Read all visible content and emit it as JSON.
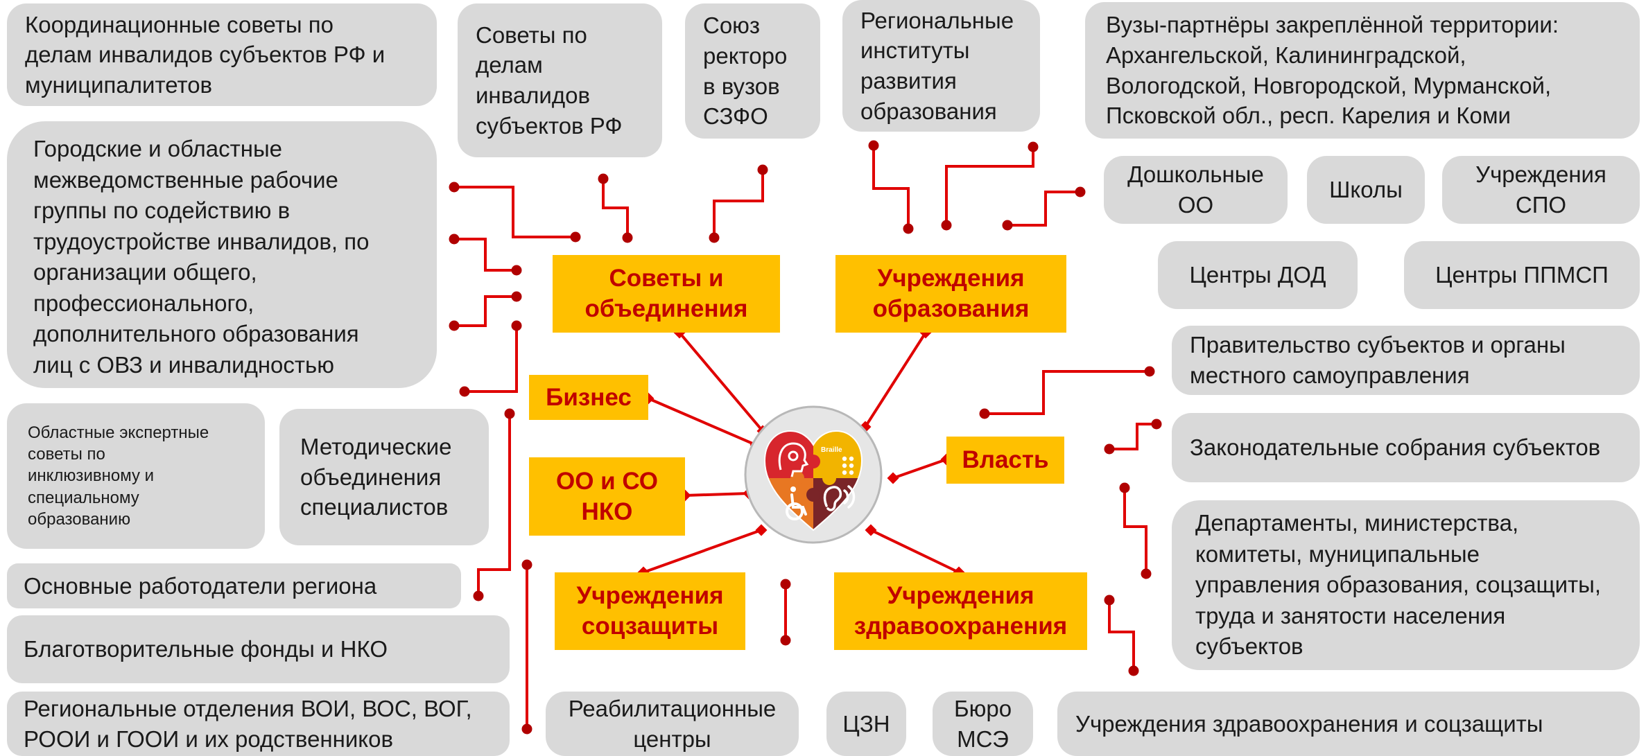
{
  "diagram": {
    "colors": {
      "gray_box": "#d9d9d9",
      "yellow_box": "#ffc000",
      "category_text": "#c00000",
      "connector": "#e00000",
      "connector_dark": "#b00000",
      "heart_red": "#d7262d",
      "heart_yellow": "#f2b400",
      "heart_orange": "#e87722",
      "heart_brown": "#7a2528"
    },
    "center_logo": {
      "icon": "heart-puzzle-accessibility-icon",
      "braille_label": "Braille"
    },
    "categories": {
      "councils": "Советы и\nобъединения",
      "education": "Учреждения\nобразования",
      "business": "Бизнес",
      "authority": "Власть",
      "ngo": "ОО и СО\nНКО",
      "social": "Учреждения\nсоцзащиты",
      "health": "Учреждения\nздравоохранения"
    },
    "stakeholders": {
      "coord_councils": "Координационные советы по\nделам инвалидов субъектов РФ и\nмуниципалитетов",
      "disability_councils": "Советы по\nделам\nинвалидов\nсубъектов РФ",
      "rectors_union": "Союз\nректоро\nв вузов\nСЗФО",
      "regional_institutes": "Региональные\nинституты\nразвития\nобразования",
      "partner_universities": "Вузы-партнёры закреплённой территории:\nАрхангельской, Калининградской,\nВологодской, Новгородской, Мурманской,\nПсковской обл., респ. Карелия и Коми",
      "working_groups": "Городские и областные\nмежведомственные рабочие\nгруппы по содействию в\nтрудоустройстве инвалидов, по\nорганизации общего,\nпрофессионального,\nдополнительного образования\nлиц с ОВЗ и инвалидностью",
      "preschool": "Дошкольные\nОО",
      "schools": "Школы",
      "spo": "Учреждения\nСПО",
      "dod_centers": "Центры ДОД",
      "ppmsp_centers": "Центры  ППМСП",
      "governments": "Правительство субъектов и органы\nместного самоуправления",
      "expert_councils": "Областные экспертные\nсоветы по\nинклюзивному и\nспециальному\nобразованию",
      "method_unions": "Методические\nобъединения\nспециалистов",
      "legislatures": "Законодательные собрания субъектов",
      "departments": "Департаменты, министерства,\nкомитеты, муниципальные\nуправления образования, соцзащиты,\nтруда и занятости населения\nсубъектов",
      "employers": "Основные работодатели региона",
      "charity": "Благотворительные фонды и НКО",
      "voi": "Региональные отделения ВОИ, ВОС, ВОГ,\nРООИ и ГООИ и их родственников",
      "rehab": "Реабилитационные\nцентры",
      "czn": "ЦЗН",
      "mse": "Бюро\nМСЭ",
      "health_social": "Учреждения здравоохранения и соцзащиты"
    }
  }
}
